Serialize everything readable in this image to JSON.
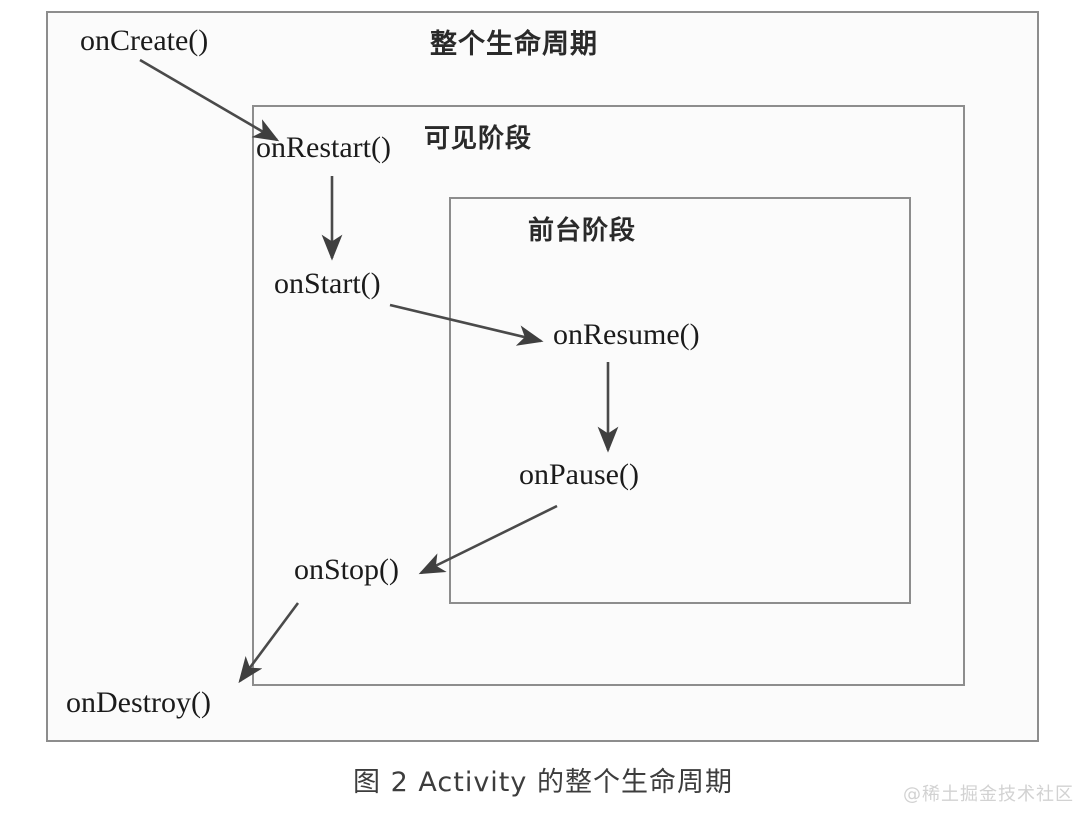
{
  "figure": {
    "caption": "图 2  Activity 的整个生命周期",
    "watermark": "@稀土掘金技术社区"
  },
  "phases": [
    {
      "id": "lifecycle",
      "label": "整个生命周期"
    },
    {
      "id": "visible",
      "label": "可见阶段"
    },
    {
      "id": "foreground",
      "label": "前台阶段"
    }
  ],
  "methods": [
    {
      "id": "onCreate",
      "label": "onCreate()"
    },
    {
      "id": "onRestart",
      "label": "onRestart()"
    },
    {
      "id": "onStart",
      "label": "onStart()"
    },
    {
      "id": "onResume",
      "label": "onResume()"
    },
    {
      "id": "onPause",
      "label": "onPause()"
    },
    {
      "id": "onStop",
      "label": "onStop()"
    },
    {
      "id": "onDestroy",
      "label": "onDestroy()"
    }
  ],
  "transitions": [
    {
      "from": "onCreate",
      "to": "onRestart"
    },
    {
      "from": "onRestart",
      "to": "onStart"
    },
    {
      "from": "onStart",
      "to": "onResume"
    },
    {
      "from": "onResume",
      "to": "onPause"
    },
    {
      "from": "onPause",
      "to": "onStop"
    },
    {
      "from": "onStop",
      "to": "onDestroy"
    }
  ],
  "colors": {
    "box_border": "#8d8d8d",
    "arrow": "#4a4a4a",
    "text": "#1b1b1b",
    "caption": "#3d3d3d",
    "watermark": "#d2d2d2",
    "background": "#ffffff"
  }
}
